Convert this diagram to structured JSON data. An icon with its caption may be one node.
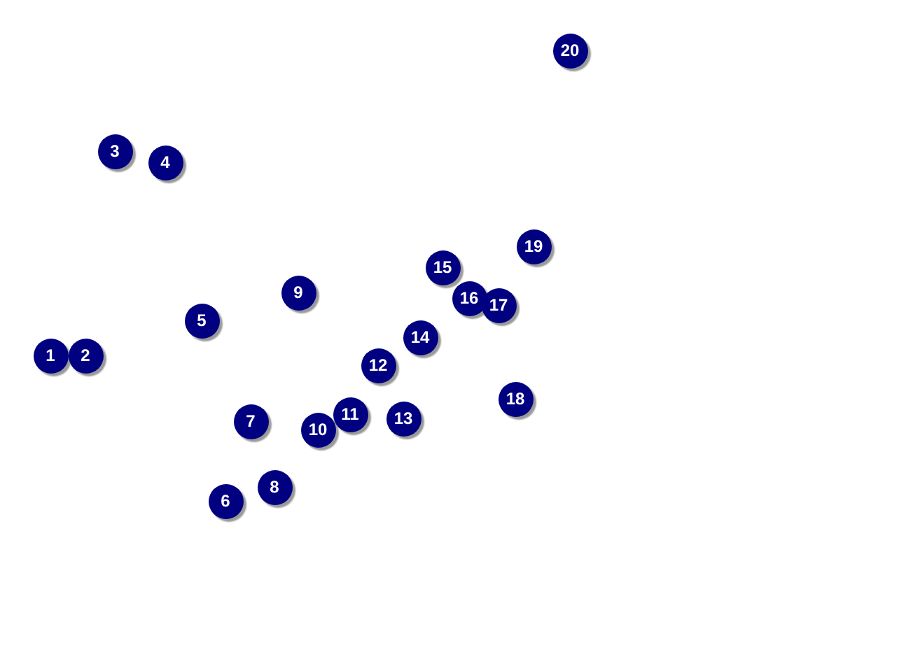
{
  "diagram": {
    "nodes": [
      {
        "text": [
          "1"
        ]
      },
      {
        "text": [
          "2"
        ]
      },
      {
        "text": [
          "3"
        ]
      },
      {
        "text": [
          "4"
        ]
      },
      {
        "text": [
          "5"
        ]
      },
      {
        "text": [
          "6"
        ]
      },
      {
        "text": [
          "7"
        ]
      },
      {
        "text": [
          "8"
        ]
      },
      {
        "text": [
          "9"
        ]
      },
      {
        "text": [
          "10"
        ]
      },
      {
        "text": [
          "11"
        ]
      },
      {
        "text": [
          "12"
        ]
      },
      {
        "text": [
          "13"
        ]
      },
      {
        "text": [
          "14"
        ]
      },
      {
        "text": [
          "15"
        ]
      },
      {
        "text": [
          "16"
        ]
      },
      {
        "text": [
          "17"
        ]
      },
      {
        "text": [
          "18"
        ]
      },
      {
        "text": [
          "19"
        ]
      },
      {
        "text": [
          "20"
        ]
      }
    ]
  }
}
